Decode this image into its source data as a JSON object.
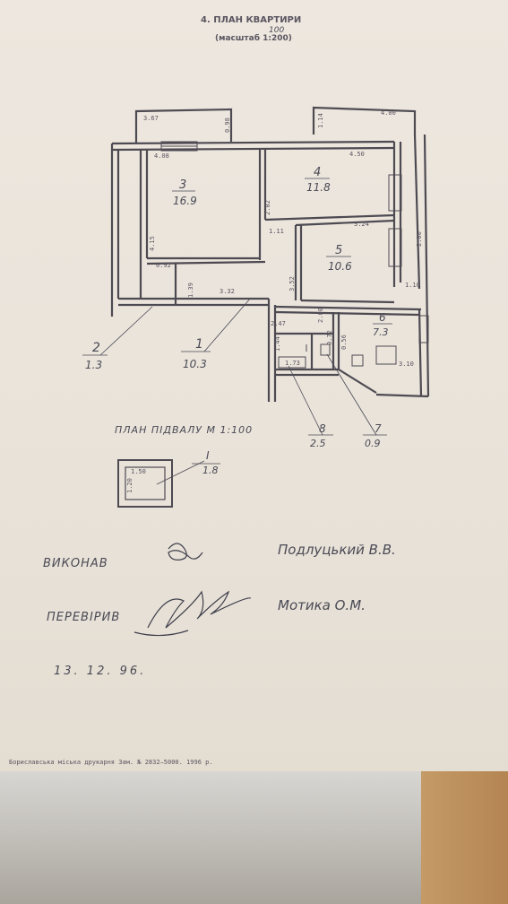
{
  "document": {
    "section_title": "4. ПЛАН КВАРТИРИ",
    "scale_note": "(масштаб 1:200)",
    "scale_correction": "100",
    "basement_title": "ПЛАН ПІДВАЛУ М 1:100",
    "printer_footer": "Бориславська міська друкарня Зам. № 2832—5000. 1996 р."
  },
  "plan": {
    "dimensions": [
      "3.67",
      "0.98",
      "1.14",
      "4.00",
      "4.08",
      "4.50",
      "2.02",
      "1.11",
      "3.24",
      "4.15",
      "0.92",
      "1.39",
      "3.32",
      "3.52",
      "1.10",
      "2.00",
      "2.47",
      "1.44",
      "0.72",
      "0.56",
      "1.73",
      "3.10",
      "2.00"
    ],
    "rooms": [
      {
        "number": "3",
        "area": "16.9"
      },
      {
        "number": "4",
        "area": "11.8"
      },
      {
        "number": "5",
        "area": "10.6"
      },
      {
        "number": "6",
        "area": "7.3"
      },
      {
        "number": "2",
        "area": "1.3"
      },
      {
        "number": "1",
        "area": "10.3"
      },
      {
        "number": "8",
        "area": "2.5"
      },
      {
        "number": "7",
        "area": "0.9"
      }
    ]
  },
  "basement": {
    "dims": [
      "1.50",
      "1.20"
    ],
    "room": {
      "number": "I",
      "area": "1.8"
    }
  },
  "signatures": {
    "executed_label": "ВИКОНАВ",
    "executed_name": "Подлуцький В.В.",
    "checked_label": "ПЕРЕВІРИВ",
    "checked_name": "Мотика О.М.",
    "date": "13. 12. 96."
  }
}
